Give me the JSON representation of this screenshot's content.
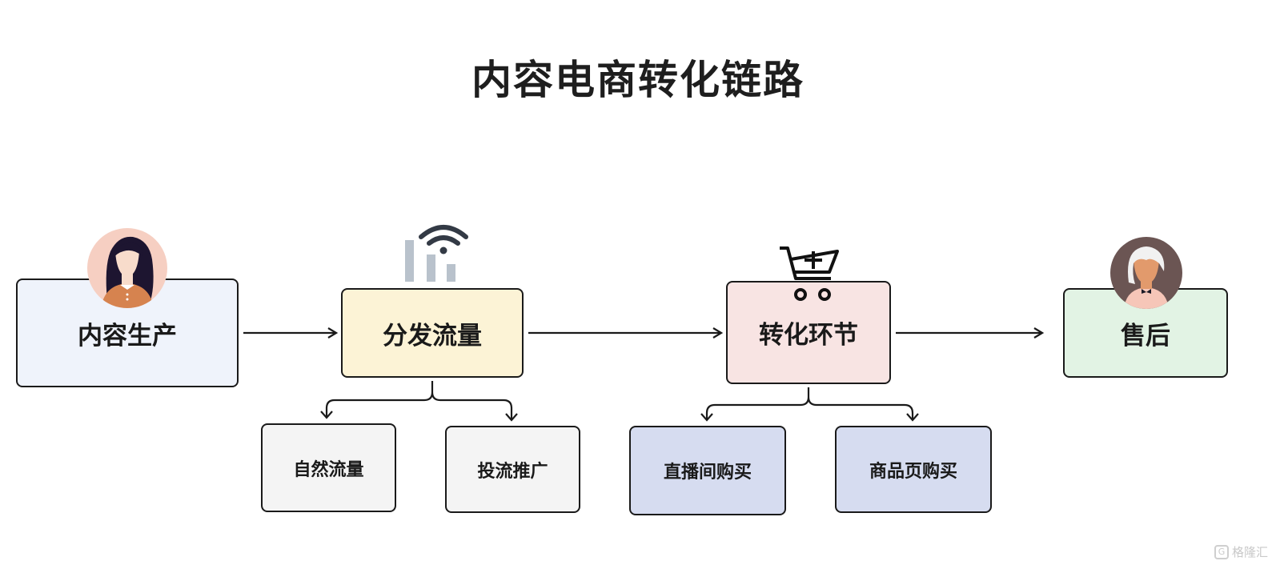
{
  "title": "内容电商转化链路",
  "nodes": {
    "produce": "内容生产",
    "distribute": "分发流量",
    "convert": "转化环节",
    "aftersale": "售后"
  },
  "subnodes": {
    "natural": "自然流量",
    "paid": "投流推广",
    "live": "直播间购买",
    "product_page": "商品页购买"
  },
  "watermark": "格隆汇",
  "colors": {
    "produce": "#eff3fb",
    "distribute": "#fcf3d6",
    "convert": "#f8e4e3",
    "aftersale": "#e2f3e4",
    "sub_gray": "#f4f4f4",
    "sub_blue": "#d6dcf0"
  },
  "icons": [
    "woman-avatar-icon",
    "signal-wifi-icon",
    "shopping-cart-plus-icon",
    "elderly-avatar-icon"
  ]
}
